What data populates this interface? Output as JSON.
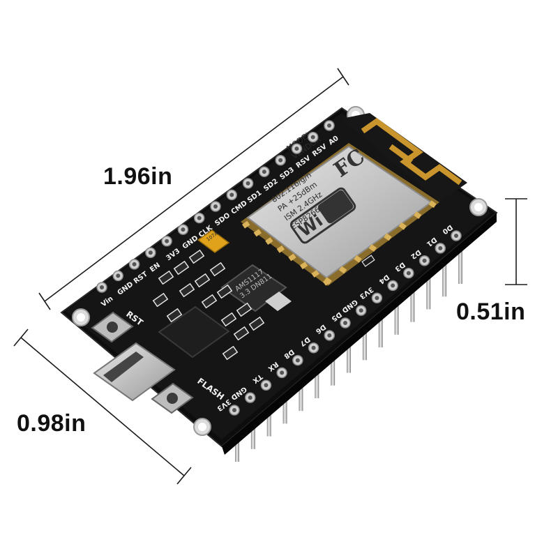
{
  "dimensions": {
    "length": "1.96in",
    "width": "0.98in",
    "height": "0.51in"
  },
  "board": {
    "top_pin_labels": [
      "Vin",
      "GND",
      "RST",
      "EN",
      "3V3",
      "GND",
      "CLK",
      "SDO",
      "CMD",
      "SD1",
      "SD2",
      "SD3",
      "RSV",
      "RSV",
      "A0"
    ],
    "bottom_pin_labels": [
      "3V3",
      "GND",
      "TX",
      "RX",
      "D8",
      "D7",
      "D6",
      "D5",
      "GND",
      "3V3",
      "D4",
      "D3",
      "D2",
      "D1",
      "D0"
    ],
    "button_labels": {
      "reset": "RST",
      "flash": "FLASH"
    },
    "regulator_marking": [
      "AMS1117",
      "3.3 DN811"
    ],
    "module_text": [
      "ESP8266MOD",
      "VENDOR",
      "MODEL",
      "ISM 2.4GHz",
      "PA +25dBm",
      "802.11b/g/n"
    ],
    "wifi_logo": "Wi Fi",
    "capacitor_marking": "107A"
  },
  "colors": {
    "pcb": "#141414",
    "silkscreen": "#f2f2f2",
    "module_shield": "#c9c9c9",
    "antenna_trace": "#c9952c",
    "gold_pads": "#d9b25a",
    "capacitor": "#e0a21b"
  }
}
